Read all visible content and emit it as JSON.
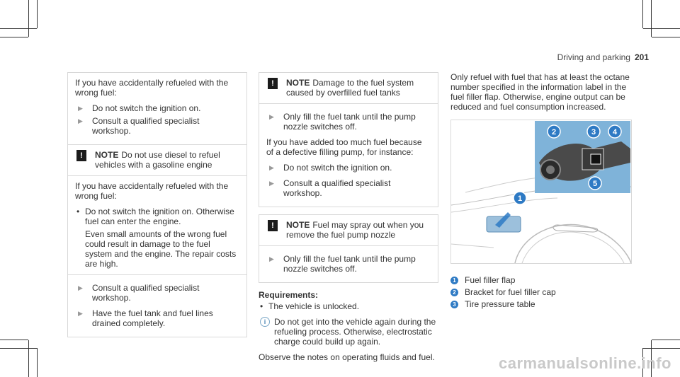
{
  "header": {
    "section": "Driving and parking",
    "page_number": "201"
  },
  "col1": {
    "intro": "If you have accidentally refueled with the wrong fuel:",
    "steps": [
      "Do not switch the ignition on.",
      "Consult a qualified specialist workshop."
    ],
    "note": {
      "label": "NOTE",
      "text": "Do not use diesel to refuel vehicles with a gasoline engine",
      "intro": "If you have accidentally refueled with the wrong fuel:",
      "bullet": "Do not switch the ignition on. Otherwise fuel can enter the engine.",
      "bullet_sub": "Even small amounts of the wrong fuel could result in damage to the fuel system and the engine. The repair costs are high.",
      "steps": [
        "Consult a qualified specialist workshop.",
        "Have the fuel tank and fuel lines drained completely."
      ]
    }
  },
  "col2": {
    "note1": {
      "label": "NOTE",
      "text": "Damage to the fuel system caused by overfilled fuel tanks",
      "step1": "Only fill the fuel tank until the pump nozzle switches off.",
      "para": "If you have added too much fuel because of a defective filling pump, for instance:",
      "steps": [
        "Do not switch the ignition on.",
        "Consult a qualified specialist workshop."
      ]
    },
    "note2": {
      "label": "NOTE",
      "text": "Fuel may spray out when you remove the fuel pump nozzle",
      "step": "Only fill the fuel tank until the pump nozzle switches off."
    },
    "requirements_title": "Requirements:",
    "requirement": "The vehicle is unlocked.",
    "info": "Do not get into the vehicle again during the refueling process. Otherwise, electrostatic charge could build up again.",
    "observe": "Observe the notes on operating fluids and fuel."
  },
  "col3": {
    "intro": "Only refuel with fuel that has at least the octane number specified in the information label in the fuel filler flap. Otherwise, engine output can be reduced and fuel consumption increased.",
    "callouts": [
      "1",
      "2",
      "3",
      "4",
      "5"
    ],
    "legend": [
      {
        "num": "1",
        "label": "Fuel filler flap"
      },
      {
        "num": "2",
        "label": "Bracket for fuel filler cap"
      },
      {
        "num": "3",
        "label": "Tire pressure table"
      }
    ],
    "accent_color": "#2e7ac4"
  },
  "watermark": "carmanualsonline.info"
}
